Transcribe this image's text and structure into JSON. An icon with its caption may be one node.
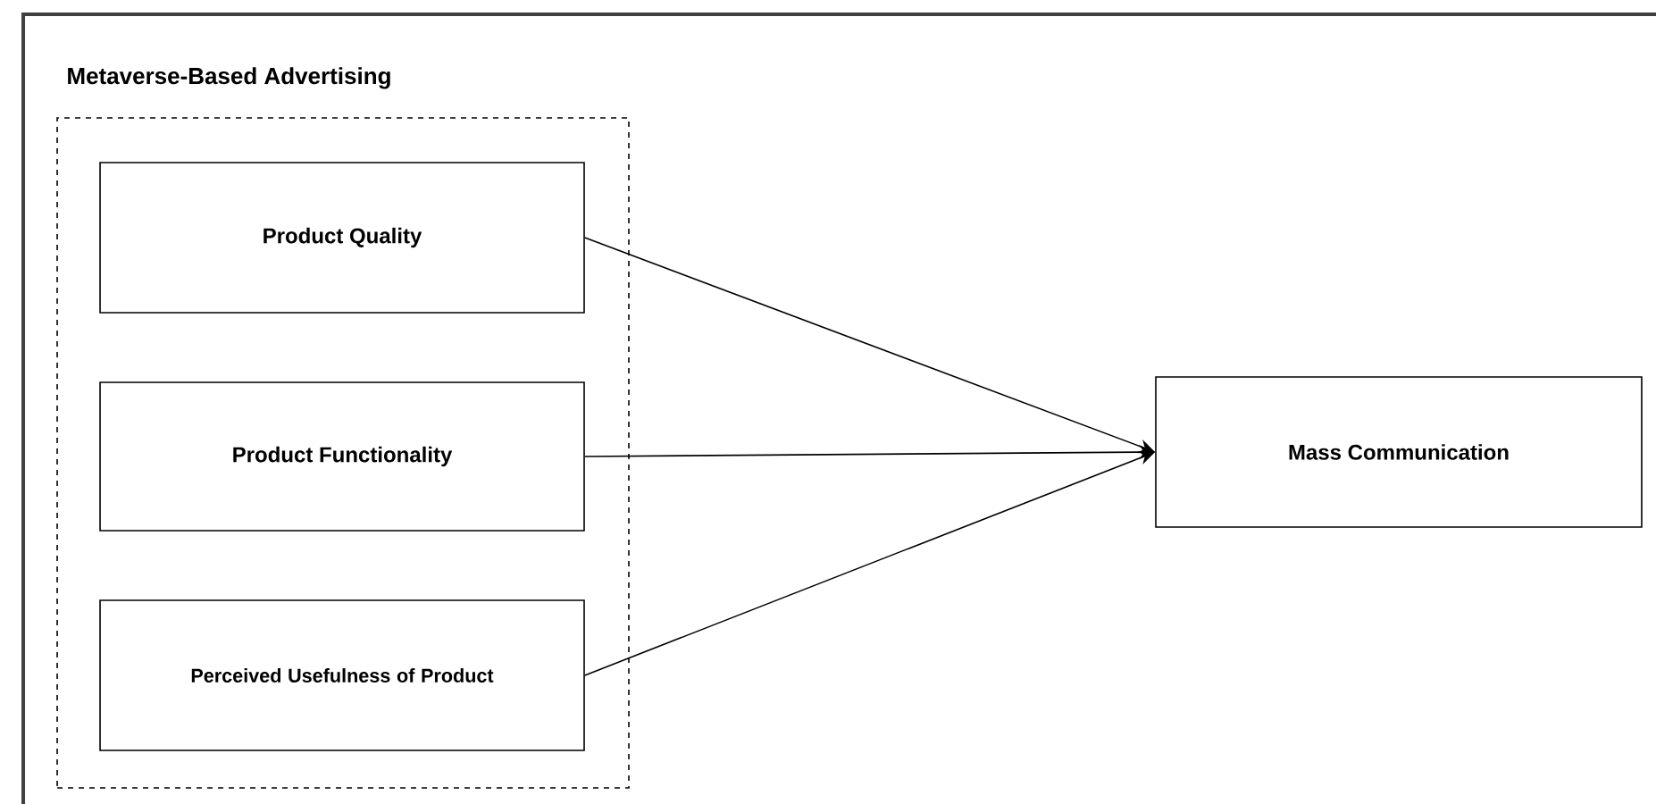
{
  "diagram": {
    "nodes": [
      {
        "text": [
          "Metaverse-Based Advertising"
        ]
      },
      {
        "text": [
          "Product Quality"
        ],
        "in": 0
      },
      {
        "text": [
          "Product Functionality"
        ],
        "in": 0
      },
      {
        "text": [
          "Perceived Usefulness of Product"
        ],
        "in": 0
      },
      {
        "text": [
          "Mass Communication"
        ]
      }
    ],
    "edges": [
      {
        "from": 1,
        "to": 4,
        "arrow": "to"
      },
      {
        "from": 2,
        "to": 4,
        "arrow": "to"
      },
      {
        "from": 3,
        "to": 4,
        "arrow": "to"
      }
    ]
  }
}
